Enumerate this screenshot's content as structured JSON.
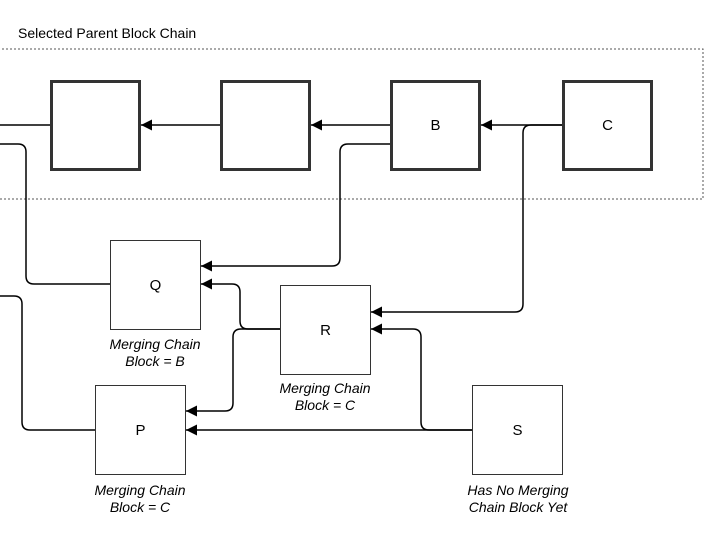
{
  "diagram": {
    "group_title": "Selected Parent Block Chain",
    "blocks": {
      "chain_1": "",
      "chain_2": "",
      "b": "B",
      "c": "C",
      "q": "Q",
      "r": "R",
      "p": "P",
      "s": "S"
    },
    "captions": {
      "q": [
        "Merging Chain",
        "Block = B"
      ],
      "r": [
        "Merging Chain",
        "Block = C"
      ],
      "p": [
        "Merging Chain",
        "Block = C"
      ],
      "s": [
        "Has No Merging",
        "Chain Block Yet"
      ]
    },
    "edges": [
      {
        "from": "chain_1",
        "to": "off-canvas"
      },
      {
        "from": "chain_2",
        "to": "chain_1"
      },
      {
        "from": "b",
        "to": "chain_2"
      },
      {
        "from": "c",
        "to": "b"
      },
      {
        "from": "b",
        "to": "q"
      },
      {
        "from": "c",
        "to": "r"
      },
      {
        "from": "r",
        "to": "q"
      },
      {
        "from": "r",
        "to": "p"
      },
      {
        "from": "s",
        "to": "r"
      },
      {
        "from": "s",
        "to": "p"
      },
      {
        "from": "q",
        "to": "off-canvas"
      },
      {
        "from": "p",
        "to": "off-canvas"
      }
    ],
    "colors": {
      "stroke": "#000000",
      "block_border": "#333333",
      "group_border": "#555555"
    }
  }
}
